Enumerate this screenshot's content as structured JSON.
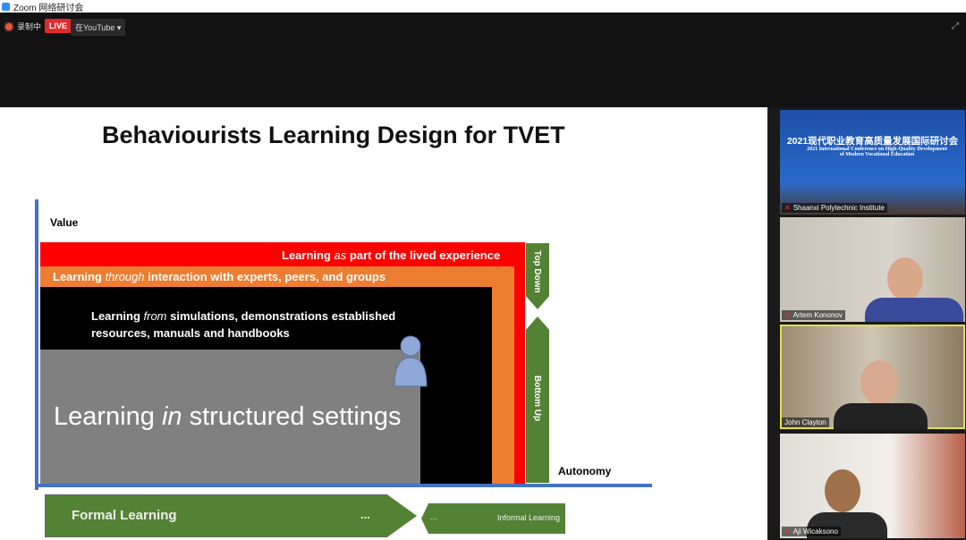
{
  "window": {
    "title": "Zoom 网络研讨会"
  },
  "toolbar": {
    "recording": "录制中",
    "live": "LIVE",
    "stream_target": "在YouTube",
    "dropdown": "▾"
  },
  "slide": {
    "title": "Behaviourists  Learning Design for TVET",
    "y_axis_label": "Value",
    "x_axis_label": "Autonomy",
    "layer1": {
      "pre": "Learning ",
      "em": "as",
      "post": " part of the lived experience"
    },
    "layer2": {
      "pre": "Learning ",
      "em": "through",
      "post": " interaction with  experts, peers, and groups"
    },
    "layer3": {
      "pre": "Learning ",
      "em": "from",
      "post": " simulations, demonstrations established resources, manuals and handbooks"
    },
    "layer4": {
      "pre": "Learning ",
      "em": "in",
      "post": " structured settings"
    },
    "top_down": "Top Down",
    "bottom_up": "Bottom Up",
    "formal": "Formal Learning",
    "formal_dots": "...",
    "informal_dots": "...",
    "informal": "Informal Learning"
  },
  "participants": [
    {
      "name": "Shaanxi Polytechnic Institute",
      "banner": "2021现代职业教育高质量发展国际研讨会",
      "banner_en": "2021 International Conference on High-Quality Development of Modern Vocational Education"
    },
    {
      "name": "Artem Kononov"
    },
    {
      "name": "John Clayton",
      "active": true
    },
    {
      "name": "Aji Wicaksono"
    }
  ]
}
